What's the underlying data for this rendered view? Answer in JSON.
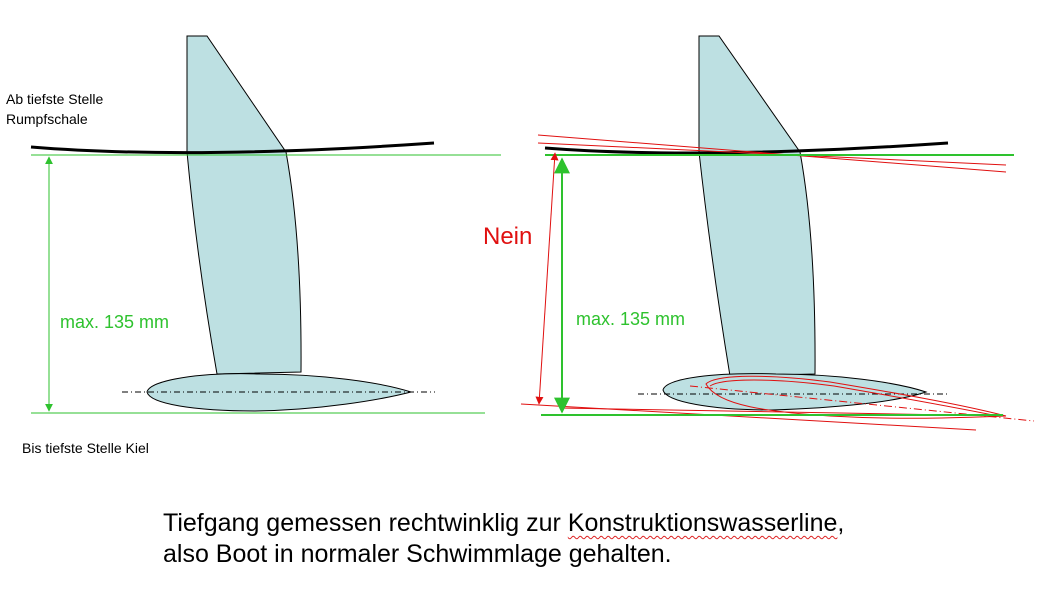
{
  "labels": {
    "top_left_line1": "Ab tiefste Stelle",
    "top_left_line2": "Rumpfschale",
    "bottom_left": "Bis tiefste Stelle Kiel",
    "draft_left": "max. 135 mm",
    "draft_right": "max. 135 mm",
    "wrong": "Nein"
  },
  "caption": {
    "line1_prefix": "Tiefgang gemessen rechtwinklig zur ",
    "line1_term": "Konstruktionswasserline",
    "line1_suffix": ",",
    "line2": "also Boot in normaler Schwimmlage gehalten."
  },
  "colors": {
    "fin_fill": "#bde0e2",
    "measure_green": "#2ec22e",
    "wrong_red": "#e01010",
    "hull_black": "#000000"
  }
}
